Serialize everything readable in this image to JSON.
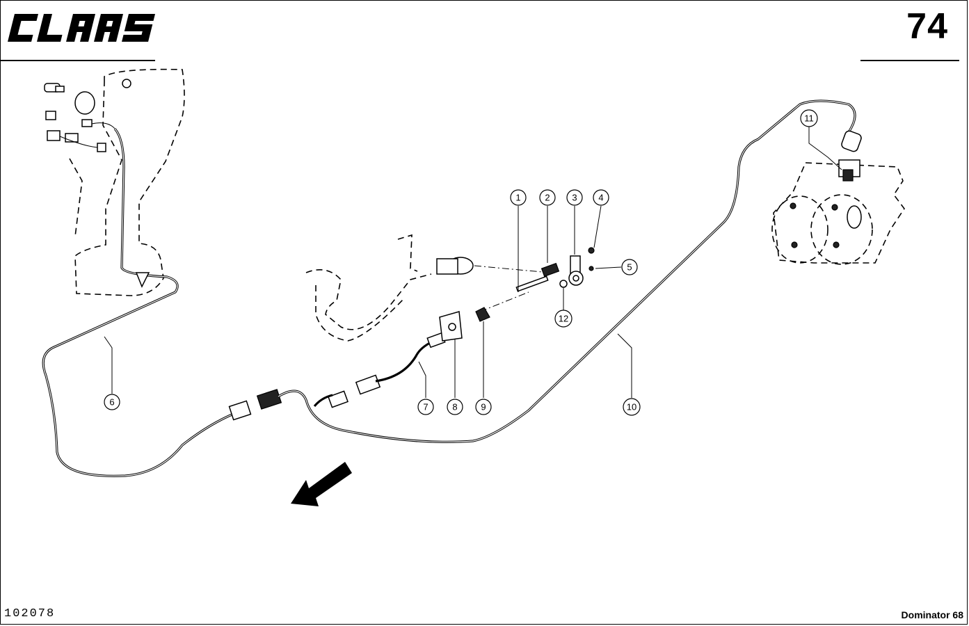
{
  "header": {
    "brand": "CLAAS",
    "page_number": "74"
  },
  "footer": {
    "document_number": "102078",
    "model": "Dominator 68"
  },
  "callouts": [
    {
      "id": "1",
      "label": "1"
    },
    {
      "id": "2",
      "label": "2"
    },
    {
      "id": "3",
      "label": "3"
    },
    {
      "id": "4",
      "label": "4"
    },
    {
      "id": "5",
      "label": "5"
    },
    {
      "id": "6",
      "label": "6"
    },
    {
      "id": "7",
      "label": "7"
    },
    {
      "id": "8",
      "label": "8"
    },
    {
      "id": "9",
      "label": "9"
    },
    {
      "id": "10",
      "label": "10"
    },
    {
      "id": "11",
      "label": "11"
    },
    {
      "id": "12",
      "label": "12"
    }
  ],
  "colors": {
    "line": "#000000",
    "background": "#ffffff"
  },
  "icons": {
    "direction": "direction-arrow-icon"
  }
}
